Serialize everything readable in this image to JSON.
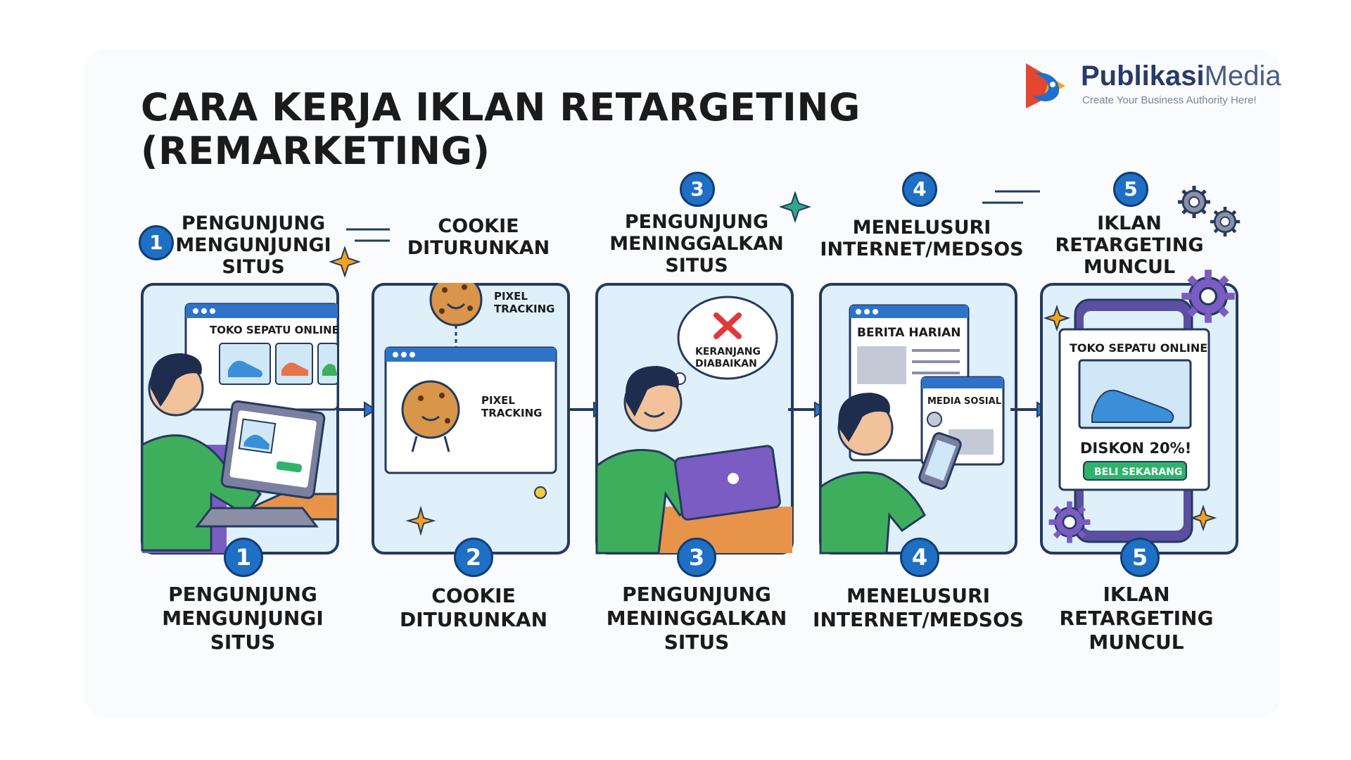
{
  "title": "CARA KERJA IKLAN RETARGETING\n(REMARKETING)",
  "logo": {
    "name_bold": "Publikasi",
    "name_light": "Media",
    "tagline": "Create Your Business Authority Here!"
  },
  "steps": [
    {
      "number": "1",
      "label": "PENGUNJUNG\nMENGUNJUNGI\nSITUS",
      "panel_title": "TOKO SEPATU ONLINE"
    },
    {
      "number": "2",
      "label": "COOKIE\nDITURUNKAN",
      "pixel_label_top": "PIXEL\nTRACKING",
      "pixel_label_bottom": "PIXEL\nTRACKING"
    },
    {
      "number": "3",
      "label": "PENGUNJUNG\nMENINGGALKAN\nSITUS",
      "bubble_text": "KERANJANG\nDIABAIKAN"
    },
    {
      "number": "4",
      "label": "MENELUSURI\nINTERNET/MEDSOS",
      "news_title": "BERITA HARIAN",
      "social_title": "MEDIA SOSIAL"
    },
    {
      "number": "5",
      "label": "IKLAN\nRETARGETING\nMUNCUL",
      "ad_title": "TOKO SEPATU ONLINE",
      "ad_discount": "DISKON 20%!",
      "ad_button": "BELI SEKARANG"
    }
  ],
  "colors": {
    "panel_bg": "#dff0fa",
    "panel_border": "#243a5e",
    "badge": "#1f6fc4",
    "shirt": "#3fae5c",
    "chair": "#7b5cc2",
    "desk": "#e8934a",
    "shoe": "#3a8fd8",
    "cta": "#2fb36b",
    "x_mark": "#e2383c"
  }
}
